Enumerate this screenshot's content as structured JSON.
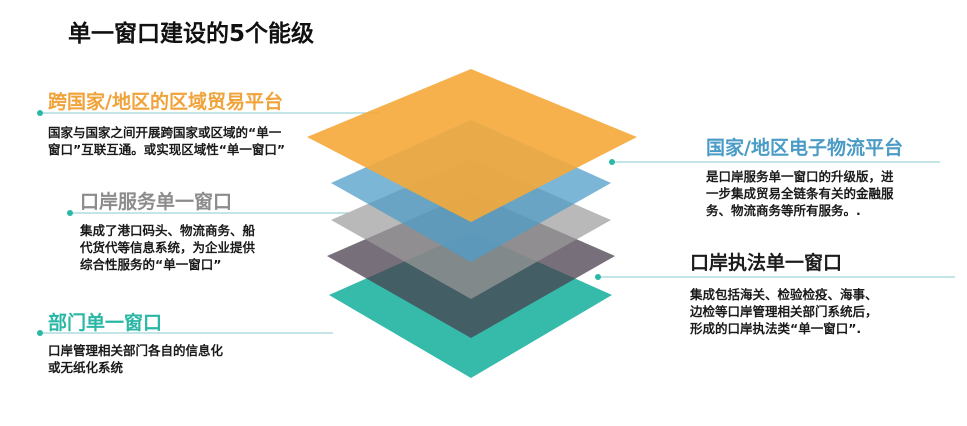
{
  "title": "单一窗口建设的5个能级",
  "colors": {
    "orange": "#F5A93A",
    "blue": "#4F9EC9",
    "grey": "#9B9B9B",
    "dark": "#4A3F4E",
    "teal": "#2BB7A6",
    "line": "#9FD5DB",
    "title_orange": "#F0A33A",
    "title_blue": "#4A9BC5",
    "title_grey": "#8C8C8C",
    "title_dark": "#1C1C1C",
    "title_teal": "#2BB7A6"
  },
  "levels": [
    {
      "title": "跨国家/地区的区域贸易平台",
      "desc": [
        "国家与国家之间开展跨国家或区域的“单一",
        "窗口”互联互通。或实现区域性“单一窗口”"
      ]
    },
    {
      "title": "国家/地区电子物流平台",
      "desc": [
        "是口岸服务单一窗口的升级版，进",
        "一步集成贸易全链条有关的金融服",
        "务、物流商务等所有服务。."
      ]
    },
    {
      "title": "口岸服务单一窗口",
      "desc": [
        "集成了港口码头、物流商务、船",
        "代货代等信息系统，为企业提供",
        "综合性服务的“单一窗口”"
      ]
    },
    {
      "title": "口岸执法单一窗口",
      "desc": [
        "集成包括海关、检验检疫、海事、",
        "边检等口岸管理相关部门系统后，",
        "形成的口岸执法类“单一窗口”."
      ]
    },
    {
      "title": "部门单一窗口",
      "desc": [
        "口岸管理相关部门各自的信息化",
        "或无纸化系统"
      ]
    }
  ]
}
